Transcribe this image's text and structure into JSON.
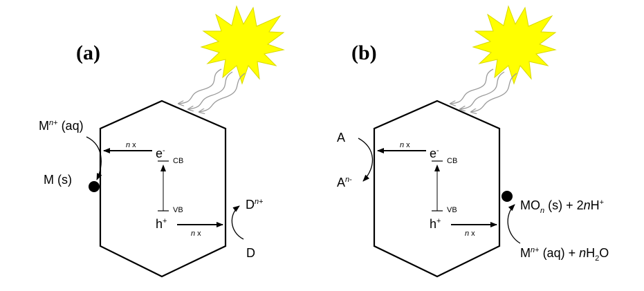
{
  "panels": [
    {
      "id": "a",
      "label": "(a)",
      "cb_label": "CB",
      "vb_label": "VB",
      "electron": {
        "base": "e",
        "sup": "-"
      },
      "hole": {
        "base": "h",
        "sup": "+"
      },
      "n_times_left": {
        "n": "n",
        "x": " x"
      },
      "n_times_right": {
        "n": "n",
        "x": " x"
      },
      "left_top": {
        "base": "M",
        "sup_italic": "n",
        "sup": "+",
        "tail": " (aq)"
      },
      "left_bottom": {
        "text": "M (s)"
      },
      "right_top": {
        "base": "D",
        "sup_italic": "n",
        "sup": "+"
      },
      "right_bottom": {
        "text": "D"
      }
    },
    {
      "id": "b",
      "label": "(b)",
      "cb_label": "CB",
      "vb_label": "VB",
      "electron": {
        "base": "e",
        "sup": "-"
      },
      "hole": {
        "base": "h",
        "sup": "+"
      },
      "n_times_left": {
        "n": "n",
        "x": " x"
      },
      "n_times_right": {
        "n": "n",
        "x": " x"
      },
      "left_top": {
        "text": "A"
      },
      "left_bottom": {
        "base": "A",
        "sup_italic": "n",
        "sup": "-"
      },
      "right_top": {
        "p1": "MO",
        "sub": "n",
        "p2": " (s) + 2",
        "n": "n",
        "p3": "H",
        "sup": "+"
      },
      "right_bottom": {
        "p1": "M",
        "sup_italic": "n",
        "sup": "+",
        "p2": " (aq) + ",
        "n": "n",
        "p3": "H",
        "sub": "2",
        "p4": "O"
      }
    }
  ],
  "colors": {
    "sun_fill": "#ffff00",
    "sun_stroke": "#d9d900",
    "ray_stroke": "#9a9a9a",
    "line": "#000000"
  }
}
